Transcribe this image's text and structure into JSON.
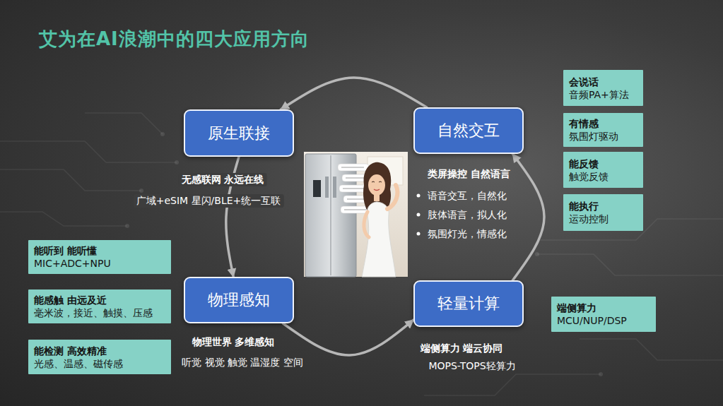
{
  "diagram": {
    "title": "艾为在AI浪潮中的四大应用方向",
    "nodes": [
      {
        "text": [
          "原生联接"
        ]
      },
      {
        "text": [
          "自然交互"
        ]
      },
      {
        "text": [
          "会说话",
          "音频PA+算法"
        ]
      },
      {
        "text": [
          "有情感",
          "氛围灯驱动"
        ]
      },
      {
        "text": [
          "能反馈",
          "触觉反馈"
        ]
      },
      {
        "text": [
          "能执行",
          "运动控制"
        ]
      },
      {
        "text": [
          "能听到 能听懂",
          "MIC+ADC+NPU"
        ]
      },
      {
        "text": [
          "物理感知"
        ]
      },
      {
        "text": [
          "轻量计算"
        ]
      },
      {
        "text": [
          "能感触 由远及近",
          "毫米波，接近、触摸、压感"
        ]
      },
      {
        "text": [
          "端侧算力",
          "MCU/NUP/DSP"
        ]
      },
      {
        "text": [
          "能检测 高效精准",
          "光感、温感、磁传感"
        ]
      }
    ],
    "edges": [
      {
        "from": 1,
        "to": 0,
        "arrow": "to"
      },
      {
        "from": 0,
        "to": 7,
        "arrow": "to"
      },
      {
        "from": 7,
        "to": 8,
        "arrow": "to"
      },
      {
        "from": 8,
        "to": 1,
        "arrow": "to"
      }
    ],
    "labels": [
      "无感联网 永远在线",
      "广域+eSIM 星闪/BLE+统一互联",
      "类屏操控 自然语言",
      "语音交互，自然化",
      "肢体语言，拟人化",
      "氛围灯光，情感化",
      "物理世界 多维感知",
      "听觉 视觉 触觉 温湿度 空间",
      "端侧算力 端云协同",
      "MOPS-TOPS轻算力"
    ]
  }
}
